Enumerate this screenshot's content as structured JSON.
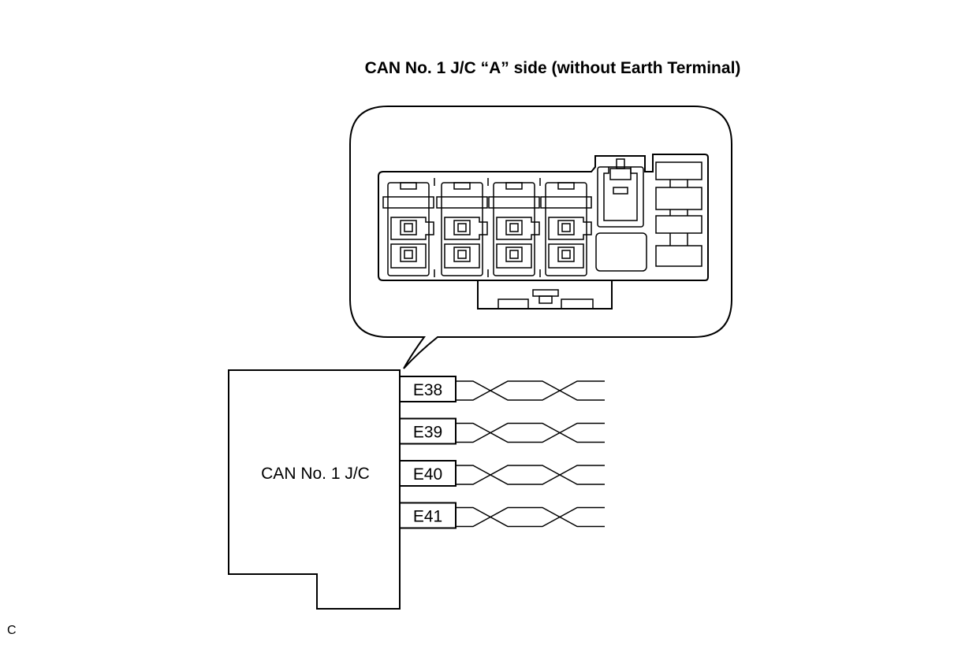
{
  "diagram": {
    "title": "CAN No. 1 J/C “A” side (without Earth Terminal)",
    "junction_label": "CAN No. 1 J/C",
    "connectors": [
      "E38",
      "E39",
      "E40",
      "E41"
    ],
    "corner_mark": "C"
  }
}
